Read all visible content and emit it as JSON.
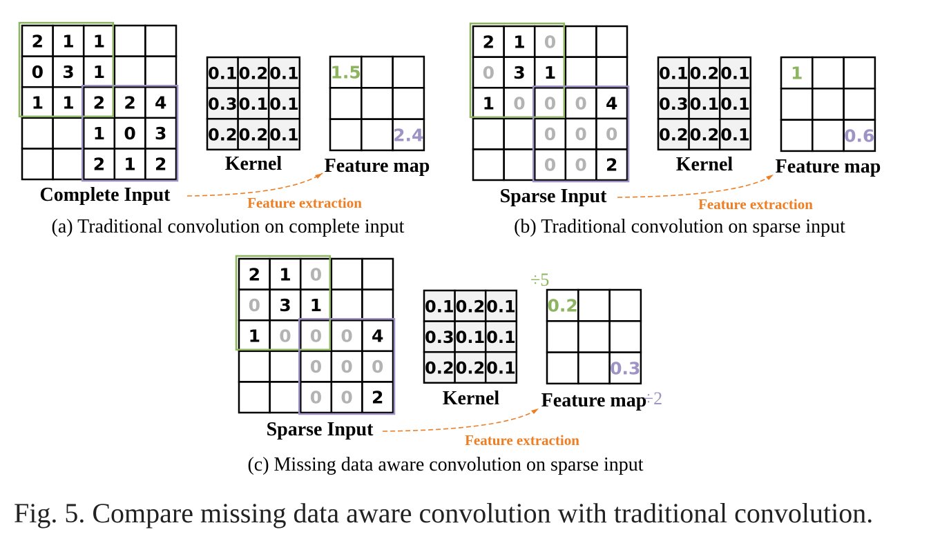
{
  "colors": {
    "value": "#000000",
    "missing": "#b3b3b3",
    "green": "#8db560",
    "purple": "#9f93c5",
    "orange": "#ef7d22",
    "kernel_fill": "#f2f2f2"
  },
  "panels": [
    {
      "id": "a",
      "input_label": "Complete Input",
      "input": [
        [
          "2",
          "1",
          "1",
          "",
          ""
        ],
        [
          "0",
          "3",
          "1",
          "",
          ""
        ],
        [
          "1",
          "1",
          "2",
          "2",
          "4"
        ],
        [
          "",
          "",
          "1",
          "0",
          "3"
        ],
        [
          "",
          "",
          "2",
          "1",
          "2"
        ]
      ],
      "missing": [],
      "kernel_label": "Kernel",
      "kernel": [
        [
          "0.1",
          "0.2",
          "0.1"
        ],
        [
          "0.3",
          "0.1",
          "0.1"
        ],
        [
          "0.2",
          "0.2",
          "0.1"
        ]
      ],
      "feature_label": "Feature map",
      "feature_first": "1.5",
      "feature_last": "2.4",
      "extraction_label": "Feature extraction",
      "caption": "(a) Traditional convolution on complete input"
    },
    {
      "id": "b",
      "input_label": "Sparse Input",
      "input": [
        [
          "2",
          "1",
          "0",
          "",
          ""
        ],
        [
          "0",
          "3",
          "1",
          "",
          ""
        ],
        [
          "1",
          "0",
          "0",
          "0",
          "4"
        ],
        [
          "",
          "",
          "0",
          "0",
          "0"
        ],
        [
          "",
          "",
          "0",
          "0",
          "2"
        ]
      ],
      "missing": [
        [
          0,
          2
        ],
        [
          1,
          0
        ],
        [
          2,
          1
        ],
        [
          2,
          2
        ],
        [
          2,
          3
        ],
        [
          3,
          2
        ],
        [
          3,
          3
        ],
        [
          3,
          4
        ],
        [
          4,
          2
        ],
        [
          4,
          3
        ]
      ],
      "kernel_label": "Kernel",
      "kernel": [
        [
          "0.1",
          "0.2",
          "0.1"
        ],
        [
          "0.3",
          "0.1",
          "0.1"
        ],
        [
          "0.2",
          "0.2",
          "0.1"
        ]
      ],
      "feature_label": "Feature map",
      "feature_first": "1",
      "feature_last": "0.6",
      "extraction_label": "Feature extraction",
      "caption": "(b) Traditional convolution on sparse input"
    },
    {
      "id": "c",
      "input_label": "Sparse Input",
      "input": [
        [
          "2",
          "1",
          "0",
          "",
          ""
        ],
        [
          "0",
          "3",
          "1",
          "",
          ""
        ],
        [
          "1",
          "0",
          "0",
          "0",
          "4"
        ],
        [
          "",
          "",
          "0",
          "0",
          "0"
        ],
        [
          "",
          "",
          "0",
          "0",
          "2"
        ]
      ],
      "missing": [
        [
          0,
          2
        ],
        [
          1,
          0
        ],
        [
          2,
          1
        ],
        [
          2,
          2
        ],
        [
          2,
          3
        ],
        [
          3,
          2
        ],
        [
          3,
          3
        ],
        [
          3,
          4
        ],
        [
          4,
          2
        ],
        [
          4,
          3
        ]
      ],
      "kernel_label": "Kernel",
      "kernel": [
        [
          "0.1",
          "0.2",
          "0.1"
        ],
        [
          "0.3",
          "0.1",
          "0.1"
        ],
        [
          "0.2",
          "0.2",
          "0.1"
        ]
      ],
      "feature_label": "Feature map",
      "feature_first": "0.2",
      "feature_last": "0.3",
      "divisor_first": "÷5",
      "divisor_last": "÷2",
      "extraction_label": "Feature extraction",
      "caption": "(c) Missing data aware convolution on sparse input"
    }
  ],
  "figure_caption": "Fig. 5.   Compare missing data aware convolution with traditional convolution."
}
